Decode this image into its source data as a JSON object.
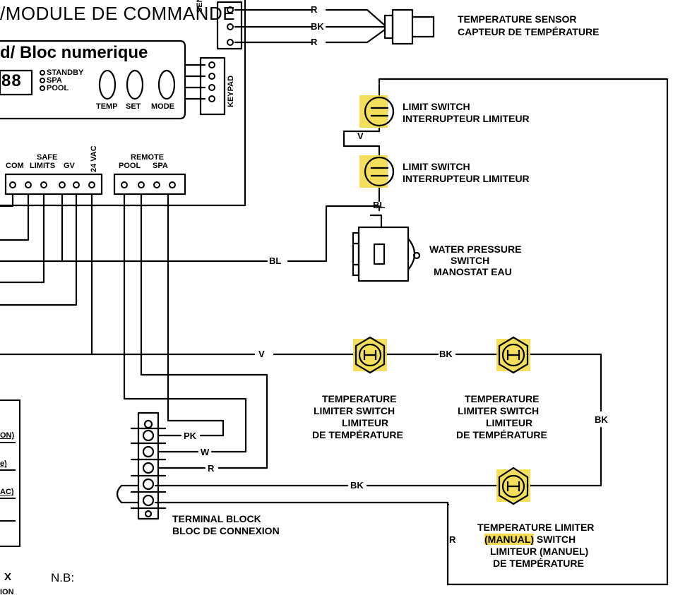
{
  "module_title": "/MODULE DE COMMANDE",
  "keypad_title": "d/ Bloc numerique",
  "display_digits": "88",
  "leds": [
    "STANDBY",
    "SPA",
    "POOL"
  ],
  "buttons": [
    "TEMP",
    "SET",
    "MODE"
  ],
  "connectors": {
    "sensor": "SENSOR",
    "keypad": "KEYPAD",
    "com": "COM",
    "safe_limits": "SAFE LIMITS",
    "safe": "SAFE",
    "limits": "LIMITS",
    "gv": "GV",
    "vac": "24 VAC",
    "remote": "REMOTE",
    "pool": "POOL",
    "spa": "SPA"
  },
  "wire_labels": {
    "r1": "R",
    "bk1": "BK",
    "r2": "R",
    "v_limit": "V",
    "bl_limit": "BL",
    "bl_main": "BL",
    "v_main": "V",
    "bk_temp": "BK",
    "bk_side": "BK",
    "bk_bottom": "BK",
    "pk": "PK",
    "w": "W",
    "r3": "R",
    "r_bottom": "R"
  },
  "temp_sensor": [
    "TEMPERATURE SENSOR",
    "CAPTEUR DE TEMPÉRATURE"
  ],
  "limit_switch_1": [
    "LIMIT SWITCH",
    "INTERRUPTEUR LIMITEUR"
  ],
  "limit_switch_2": [
    "LIMIT SWITCH",
    "INTERRUPTEUR LIMITEUR"
  ],
  "water_pressure": [
    "WATER PRESSURE",
    "SWITCH",
    "MANOSTAT EAU"
  ],
  "temp_limiter_1": [
    "TEMPERATURE",
    "LIMITER SWITCH",
    "LIMITEUR",
    "DE TEMPÉRATURE"
  ],
  "temp_limiter_2": [
    "TEMPERATURE",
    "LIMITER SWITCH",
    "LIMITEUR",
    "DE TEMPÉRATURE"
  ],
  "temp_limiter_manual": [
    "TEMPERATURE LIMITER",
    "(MANUAL)",
    " SWITCH",
    "LIMITEUR (MANUEL)",
    "DE TEMPÉRATURE"
  ],
  "terminal_block": [
    "TERMINAL BLOCK",
    "BLOC DE CONNEXION"
  ],
  "legend_fragments": [
    "ON)",
    "e)",
    "AC)"
  ],
  "nb": "N.B:",
  "x_mark": "X",
  "bottom_fragment": "ION"
}
